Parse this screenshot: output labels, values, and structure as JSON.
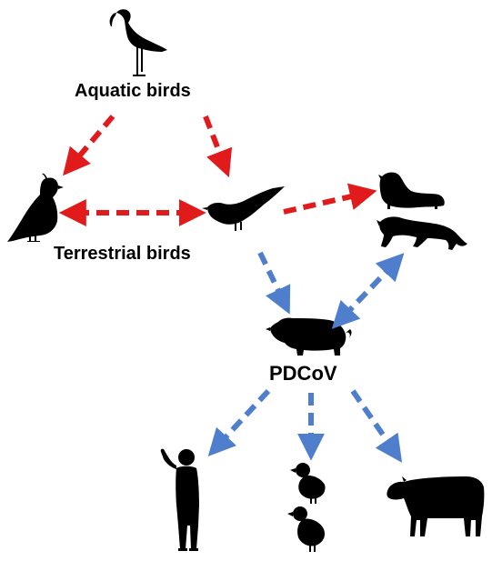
{
  "labels": {
    "aquatic_birds": "Aquatic birds",
    "terrestrial_birds": "Terrestrial birds",
    "pdcov": "PDCoV"
  },
  "colors": {
    "avian_arrow": "#e11b1b",
    "mammal_arrow": "#4f7fcc",
    "silhouette": "#000000"
  },
  "icons": [
    "ibis-icon",
    "quail-icon",
    "sparrow-icon",
    "ferret-icon",
    "leopard-cat-icon",
    "pig-icon",
    "human-icon",
    "chick-icon",
    "calf-icon"
  ]
}
